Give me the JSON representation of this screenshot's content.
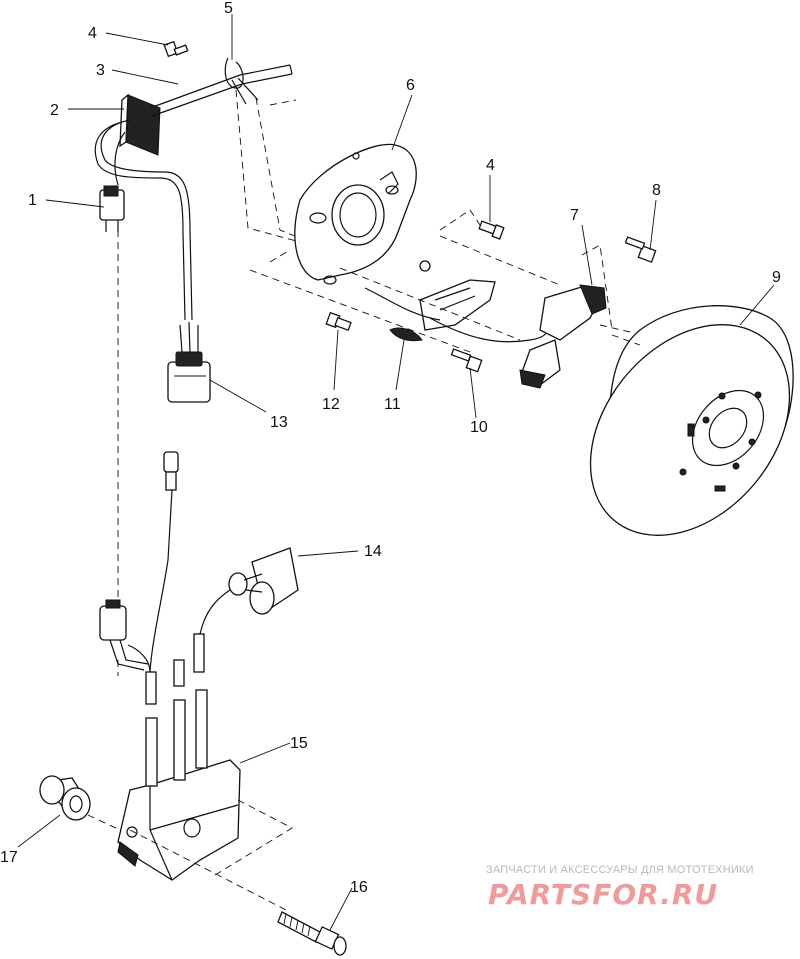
{
  "callouts": [
    "1",
    "2",
    "3",
    "4",
    "5",
    "6",
    "4",
    "8",
    "7",
    "9",
    "12",
    "11",
    "10",
    "13",
    "14",
    "15",
    "17",
    "16"
  ],
  "watermark": {
    "tagline": "ЗАПЧАСТИ И АКСЕССУАРЫ ДЛЯ МОТОТЕХНИКИ",
    "brand": "PARTSFOR.RU"
  },
  "colors": {
    "ink": "#111111",
    "watermark_text": "#b9b9b9",
    "watermark_brand": "#f29a9a"
  }
}
